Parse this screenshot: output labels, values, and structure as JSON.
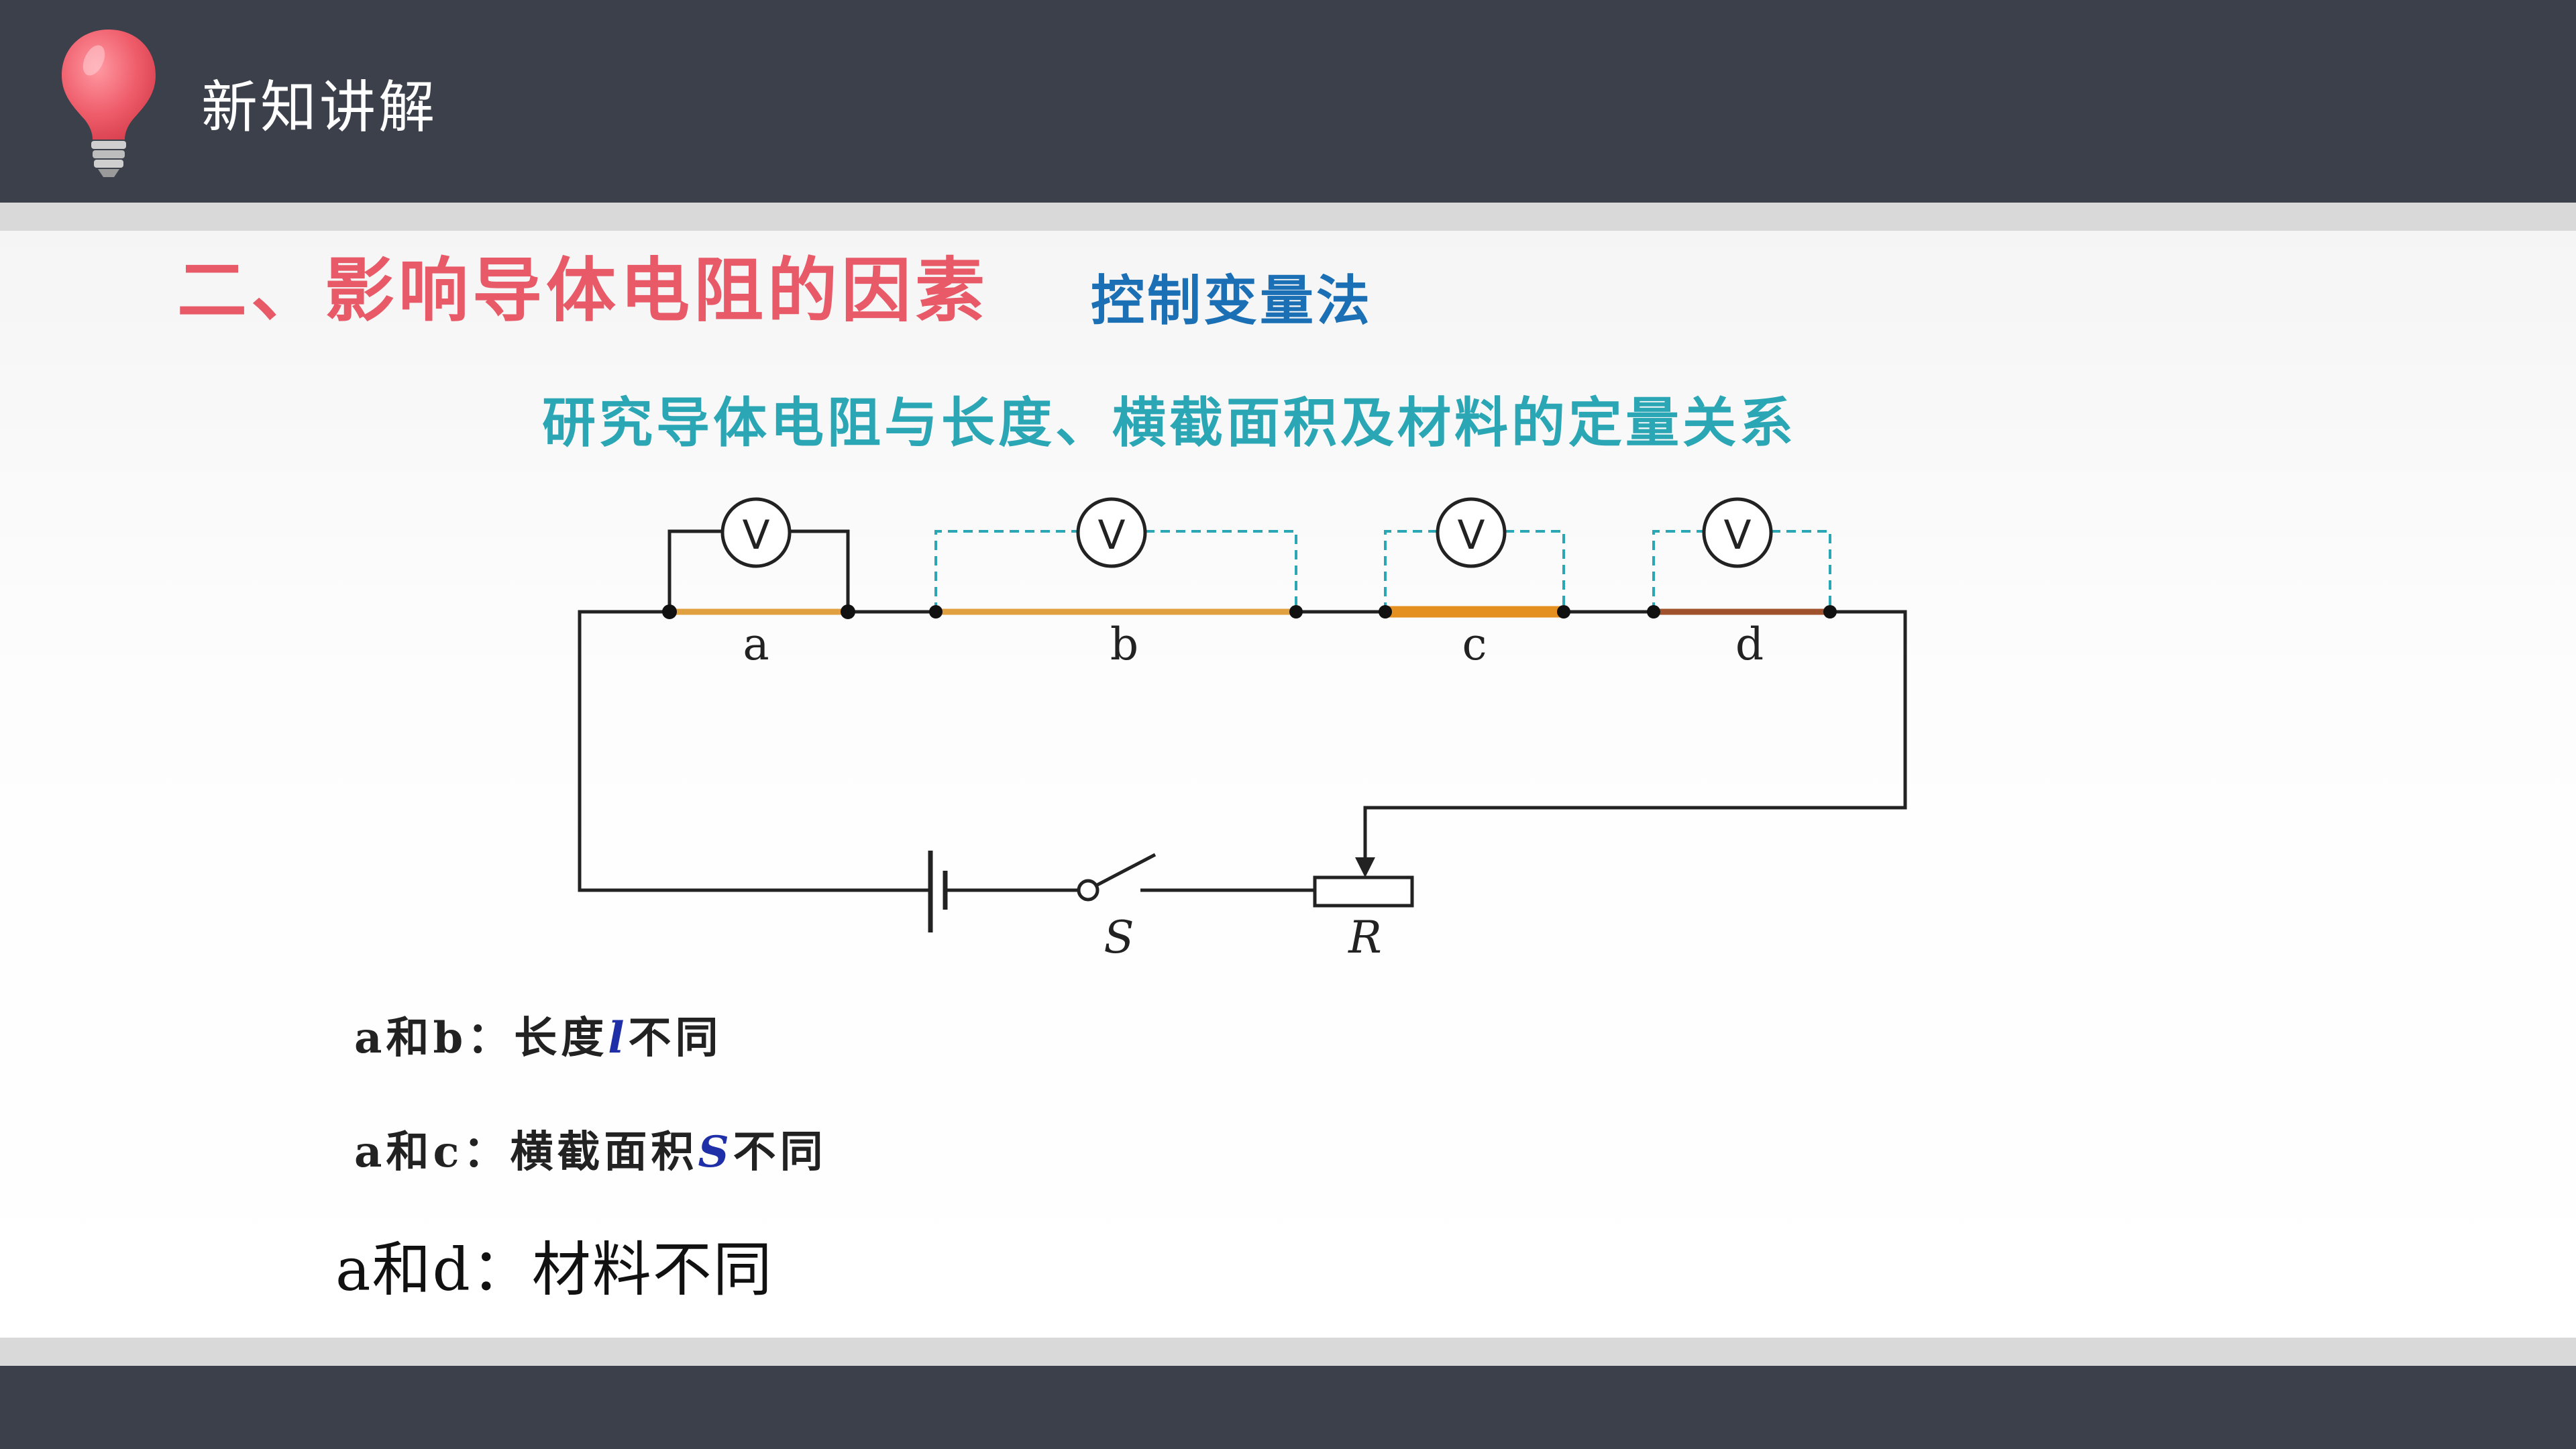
{
  "header": {
    "title": "新知讲解",
    "icon": "lightbulb-icon"
  },
  "section": {
    "title": "二、影响导体电阻的因素",
    "method": "控制变量法",
    "subtitle": "研究导体电阻与长度、横截面积及材料的定量关系"
  },
  "circuit": {
    "voltmeter_symbol": "V",
    "conductor_labels": [
      "a",
      "b",
      "c",
      "d"
    ],
    "switch_label": "S",
    "rheostat_label": "R",
    "conductor_colors": [
      "#e0a040",
      "#e0a040",
      "#e39020",
      "#a0522d"
    ],
    "dashed_color": "#2aa6b5"
  },
  "comparisons": {
    "ab_prefix": "a和b：",
    "ab_text1": "长度",
    "ab_var": "l",
    "ab_text2": "不同",
    "ac_prefix": "a和c：",
    "ac_text1": "横截面积",
    "ac_var": "S",
    "ac_text2": "不同",
    "ad_text": "a和d：材料不同"
  },
  "colors": {
    "bar": "#3b404b",
    "section_title": "#e85a68",
    "method": "#1b6fb4",
    "subtitle": "#2aa6b5",
    "variable": "#1f2fa8"
  }
}
